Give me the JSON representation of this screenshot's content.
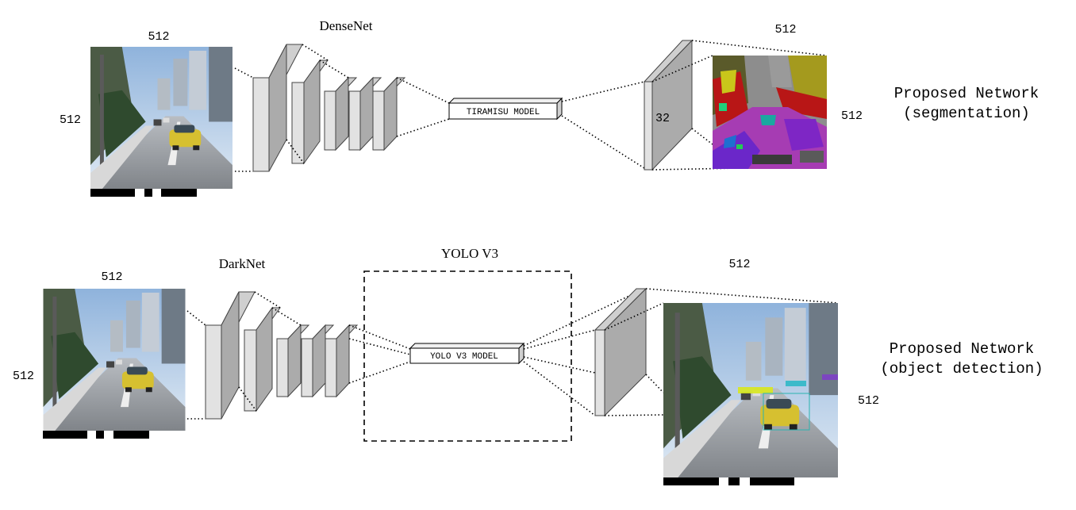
{
  "top": {
    "input_width": "512",
    "input_height": "512",
    "backbone": "DenseNet",
    "model_box": "TIRAMISU MODEL",
    "channels": "32",
    "output_width": "512",
    "output_height": "512",
    "proposed_line1": "Proposed Network",
    "proposed_line2": "(segmentation)"
  },
  "bottom": {
    "input_width": "512",
    "input_height": "512",
    "backbone": "DarkNet",
    "module": "YOLO V3",
    "model_box": "YOLO V3 MODEL",
    "output_width": "512",
    "output_height": "512",
    "proposed_line1": "Proposed Network",
    "proposed_line2": "(object detection)"
  },
  "colors": {
    "block_front": "#e2e2e2",
    "block_side": "#ababab",
    "block_top": "#cfcfcf"
  }
}
